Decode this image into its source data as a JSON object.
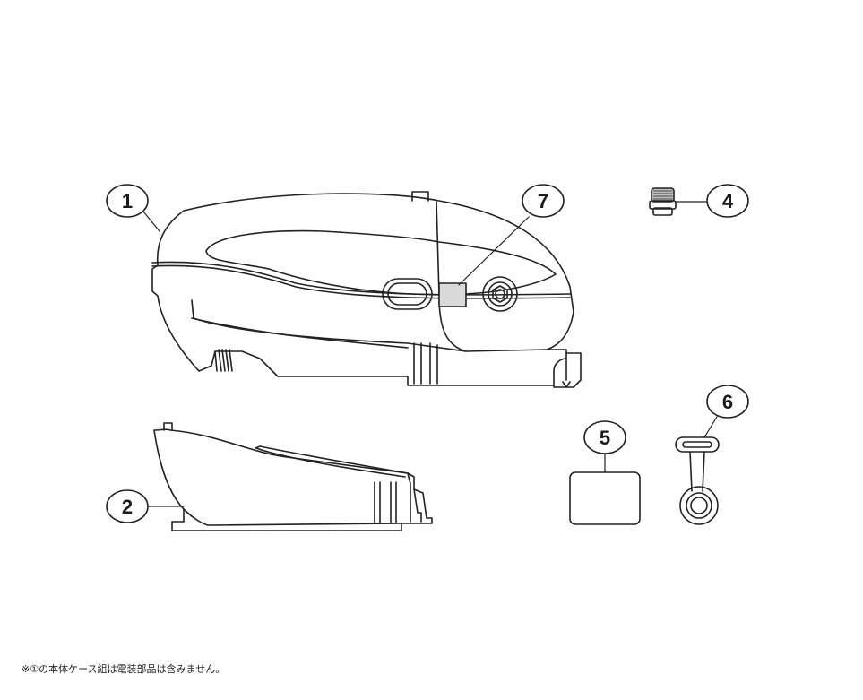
{
  "callouts": [
    {
      "id": "1",
      "label": "1"
    },
    {
      "id": "2",
      "label": "2"
    },
    {
      "id": "4",
      "label": "4"
    },
    {
      "id": "5",
      "label": "5"
    },
    {
      "id": "6",
      "label": "6"
    },
    {
      "id": "7",
      "label": "7"
    }
  ],
  "footnote": "※①の本体ケース組は電装部品は含みません。",
  "colors": {
    "line": "#222222",
    "shade": "#d9d9d9",
    "background": "#ffffff"
  }
}
